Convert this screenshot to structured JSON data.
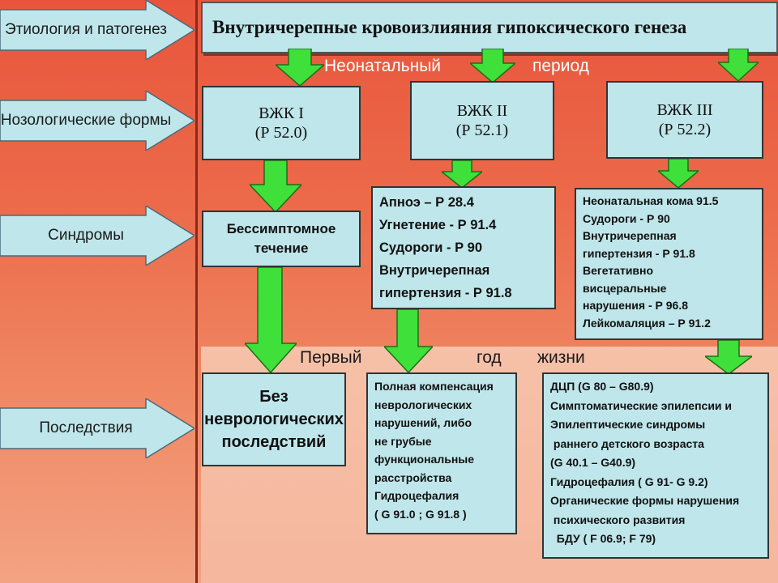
{
  "title": "Внутричерепные кровоизлияния гипоксического генеза",
  "left_labels": {
    "etiology": "Этиология и патогенез",
    "nosology": "Нозологические формы",
    "syndromes": "Синдромы",
    "consequences": "Последствия"
  },
  "periods": {
    "neonatal": [
      "Неонатальный",
      "период"
    ],
    "first_year": [
      "Первый",
      "год",
      "жизни"
    ]
  },
  "nosology": {
    "vzhk1": [
      "ВЖК I",
      "(Р 52.0)"
    ],
    "vzhk2": [
      "ВЖК II",
      "(Р 52.1)"
    ],
    "vzhk3": [
      "ВЖК III",
      "(Р 52.2)"
    ]
  },
  "syndromes": {
    "col1": [
      "Бессимптомное",
      "течение"
    ],
    "col2": [
      "Апноэ – Р 28.4",
      "Угнетение - Р 91.4",
      "Судороги - Р 90",
      "Внутричерепная",
      "гипертензия - Р 91.8"
    ],
    "col3": [
      "Неонатальная кома 91.5",
      "Судороги - Р 90",
      "Внутричерепная",
      "гипертензия - Р 91.8",
      "Вегетативно",
      "висцеральные",
      "нарушения - Р 96.8",
      "Лейкомаляция – Р 91.2"
    ]
  },
  "consequences": {
    "col1": [
      "Без",
      "неврологических",
      "последствий"
    ],
    "col2": [
      "Полная компенсация",
      "неврологических",
      "нарушений, либо",
      "не грубые",
      "функциональные",
      "расстройства",
      "Гидроцефалия",
      "( G 91.0 ;  G 91.8 )"
    ],
    "col3": [
      "ДЦП (G 80 – G80.9)",
      "Симптоматические эпилепсии и",
      "Эпилептические синдромы",
      " раннего детского возраста",
      "(G 40.1 – G40.9)",
      "Гидроцефалия ( G 91- G 9.2)",
      "Органические формы нарушения",
      " психического развития",
      "  БДУ ( F 06.9; F 79)"
    ]
  }
}
